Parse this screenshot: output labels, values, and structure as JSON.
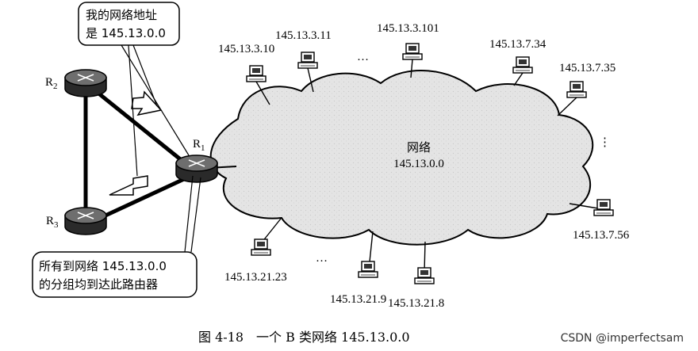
{
  "router_labels": {
    "r2": "R",
    "r2_sub": "2",
    "r1": "R",
    "r1_sub": "1",
    "r3": "R",
    "r3_sub": "3"
  },
  "callout_top": {
    "line1": "我的网络地址",
    "line2": "是 145.13.0.0"
  },
  "callout_bottom": {
    "line1": "所有到网络 145.13.0.0",
    "line2": "的分组均到达此路由器"
  },
  "cloud": {
    "line1": "网络",
    "line2": "145.13.0.0"
  },
  "hosts": {
    "h_3_10": "145.13.3.10",
    "h_3_11": "145.13.3.11",
    "h_3_101": "145.13.3.101",
    "h_7_34": "145.13.7.34",
    "h_7_35": "145.13.7.35",
    "h_7_56": "145.13.7.56",
    "h_21_23": "145.13.21.23",
    "h_21_9": "145.13.21.9",
    "h_21_8": "145.13.21.8"
  },
  "ellipsis": "…",
  "vdots": "⋮",
  "caption": "图 4-18　一个 B 类网络 145.13.0.0",
  "watermark": "CSDN @imperfectsam"
}
